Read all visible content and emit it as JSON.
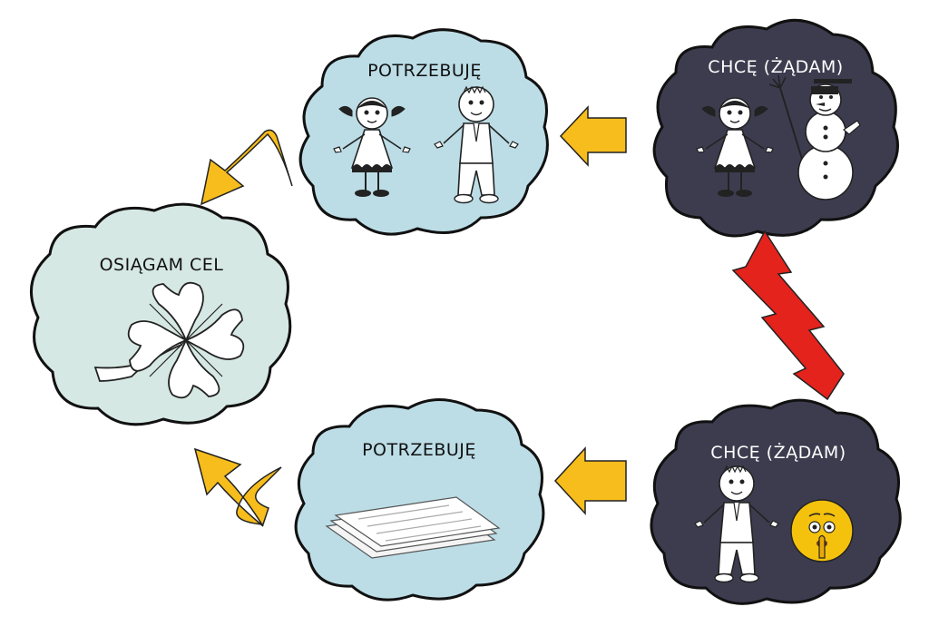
{
  "colors": {
    "light_cloud": "#bcdde6",
    "goal_cloud": "#d6e8e3",
    "dark_cloud": "#3d3c4f",
    "orange_arrow": "#f6bd1c",
    "red_arrow": "#e3231c",
    "emoji": "#f4c20d"
  },
  "clouds": {
    "need_top": {
      "label": "POTRZEBUJĘ",
      "icons": [
        "girl-figure",
        "boy-figure"
      ]
    },
    "want_top": {
      "label": "CHCĘ (ŻĄDAM)",
      "icons": [
        "girl-figure",
        "snowman-icon"
      ]
    },
    "goal": {
      "label": "OSIĄGAM CEL",
      "icons": [
        "four-leaf-clover-icon"
      ]
    },
    "need_bottom": {
      "label": "POTRZEBUJĘ",
      "icons": [
        "documents-icon"
      ]
    },
    "want_bottom": {
      "label": "CHCĘ (ŻĄDAM)",
      "icons": [
        "boy-figure",
        "shushing-emoji-icon"
      ]
    }
  },
  "arrows": [
    "want-top-to-need-top",
    "need-top-to-goal",
    "want-bottom-to-need-bottom",
    "need-bottom-to-goal",
    "conflict-lightning"
  ]
}
